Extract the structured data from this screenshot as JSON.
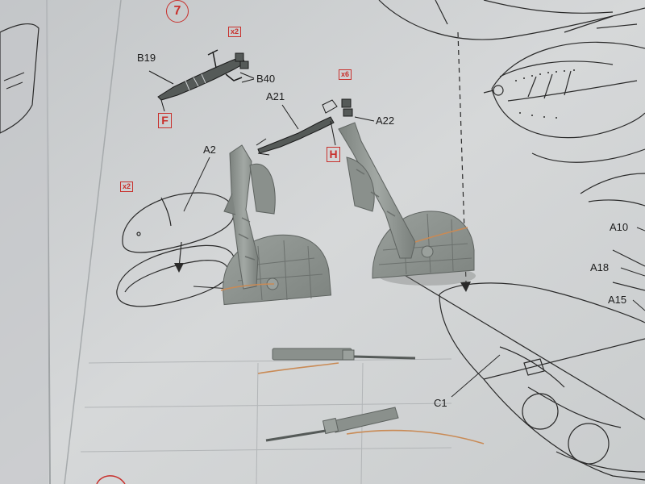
{
  "instruction_sheet": {
    "step_number": "7",
    "multipliers": {
      "top": "x2",
      "right": "x6",
      "left": "x2"
    },
    "callout_letters": {
      "f": "F",
      "h": "H"
    },
    "part_labels": {
      "b19": "B19",
      "b40": "B40",
      "a21": "A21",
      "a22": "A22",
      "a2": "A2",
      "a10": "A10",
      "a18": "A18",
      "a15": "A15",
      "c1": "C1"
    }
  },
  "colors": {
    "paper": "#cfd2d4",
    "line_art": "#2a2a2a",
    "callout_red": "#c8302c",
    "resin_grey": "#8e9490",
    "copper_wire": "#c98a55"
  }
}
